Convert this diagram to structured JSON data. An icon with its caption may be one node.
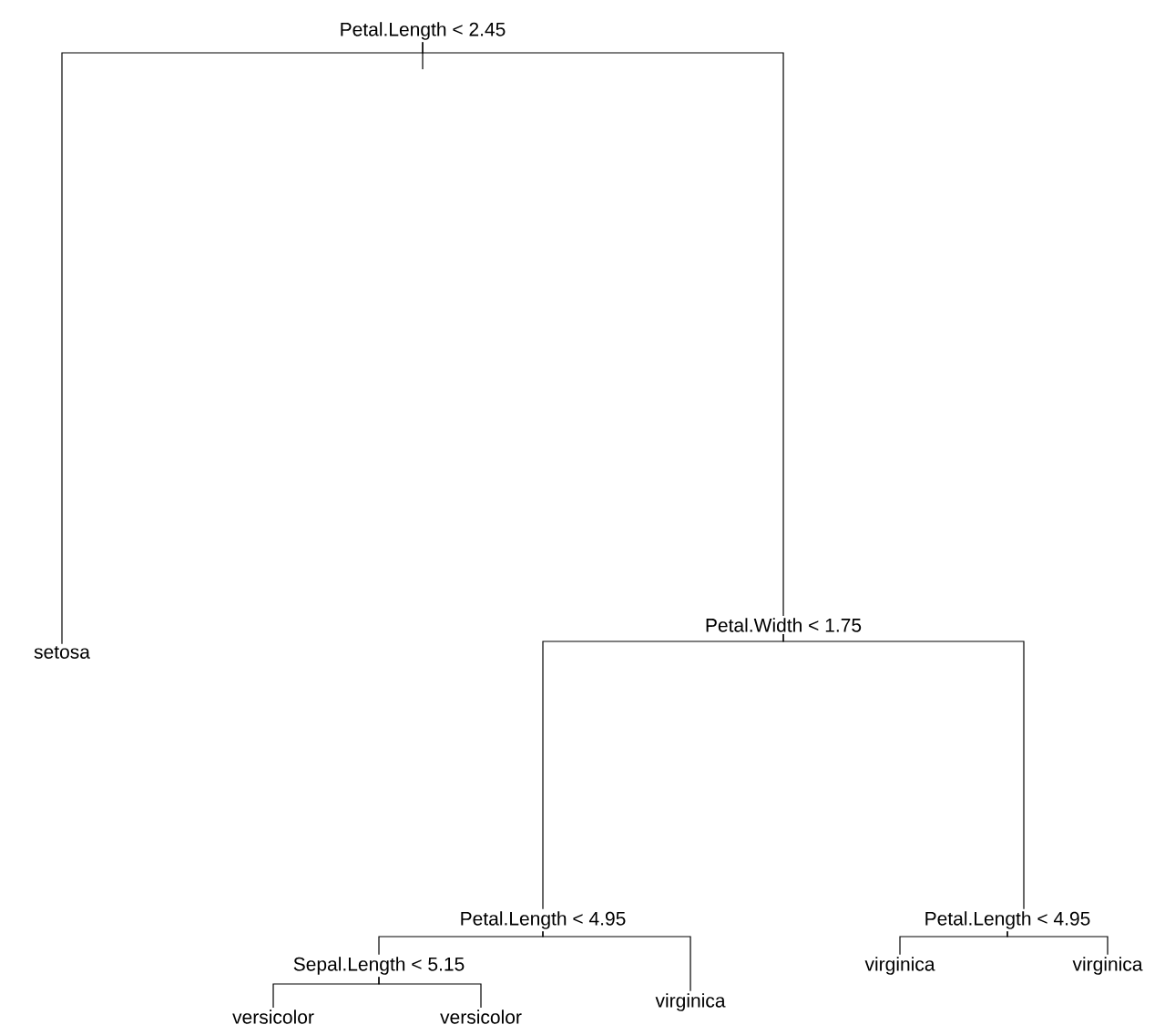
{
  "diagram": {
    "nodes": [
      {
        "text": [
          "Petal.Length < 2.45"
        ]
      },
      {
        "text": [
          "setosa"
        ]
      },
      {
        "text": [
          "Petal.Width < 1.75"
        ]
      },
      {
        "text": [
          "Petal.Length < 4.95"
        ]
      },
      {
        "text": [
          "Sepal.Length < 5.15"
        ]
      },
      {
        "text": [
          "versicolor"
        ]
      },
      {
        "text": [
          "versicolor"
        ]
      },
      {
        "text": [
          "virginica"
        ]
      },
      {
        "text": [
          "Petal.Length < 4.95"
        ]
      },
      {
        "text": [
          "virginica"
        ]
      },
      {
        "text": [
          "virginica"
        ]
      }
    ],
    "edges": [
      {
        "from": 0,
        "to": 1,
        "arrow": "none"
      },
      {
        "from": 0,
        "to": 2,
        "arrow": "none"
      },
      {
        "from": 2,
        "to": 3,
        "arrow": "none"
      },
      {
        "from": 2,
        "to": 8,
        "arrow": "none"
      },
      {
        "from": 3,
        "to": 4,
        "arrow": "none"
      },
      {
        "from": 3,
        "to": 7,
        "arrow": "none"
      },
      {
        "from": 4,
        "to": 5,
        "arrow": "none"
      },
      {
        "from": 4,
        "to": 6,
        "arrow": "none"
      },
      {
        "from": 8,
        "to": 9,
        "arrow": "none"
      },
      {
        "from": 8,
        "to": 10,
        "arrow": "none"
      }
    ]
  }
}
